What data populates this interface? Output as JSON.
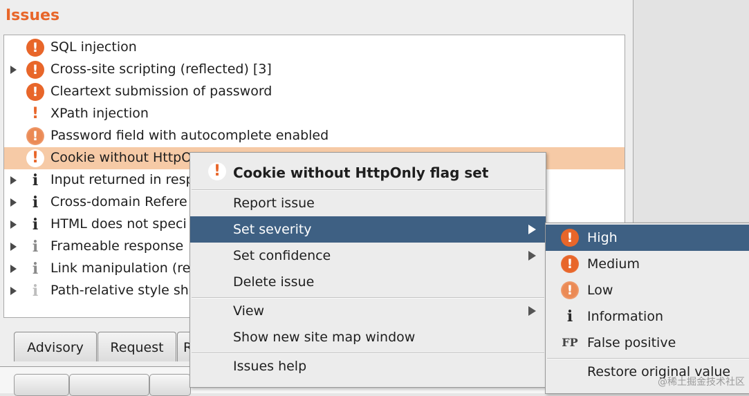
{
  "panel": {
    "title": "Issues"
  },
  "issues": [
    {
      "label": "SQL injection",
      "severity": "high",
      "expandable": false,
      "selected": false
    },
    {
      "label": "Cross-site scripting (reflected) [3]",
      "severity": "high",
      "expandable": true,
      "selected": false
    },
    {
      "label": "Cleartext submission of password",
      "severity": "high",
      "expandable": false,
      "selected": false
    },
    {
      "label": "XPath injection",
      "severity": "high-tentative",
      "expandable": false,
      "selected": false
    },
    {
      "label": "Password field with autocomplete enabled",
      "severity": "low",
      "expandable": false,
      "selected": false
    },
    {
      "label": "Cookie without HttpO",
      "severity": "low-tentative",
      "expandable": false,
      "selected": true
    },
    {
      "label": "Input returned in resp",
      "severity": "info",
      "expandable": true,
      "selected": false
    },
    {
      "label": "Cross-domain Refere",
      "severity": "info",
      "expandable": true,
      "selected": false
    },
    {
      "label": "HTML does not speci",
      "severity": "info",
      "expandable": true,
      "selected": false
    },
    {
      "label": "Frameable response",
      "severity": "info-firm",
      "expandable": true,
      "selected": false
    },
    {
      "label": "Link manipulation (ref",
      "severity": "info-firm",
      "expandable": true,
      "selected": false
    },
    {
      "label": "Path-relative style sh",
      "severity": "info-tentative",
      "expandable": true,
      "selected": false
    }
  ],
  "tabs": [
    {
      "label": "Advisory"
    },
    {
      "label": "Request"
    },
    {
      "label": "R"
    }
  ],
  "context_menu": {
    "header": "Cookie without HttpOnly flag set",
    "items": [
      {
        "label": "Report issue",
        "submenu": false,
        "active": false
      },
      {
        "label": "Set severity",
        "submenu": true,
        "active": true
      },
      {
        "label": "Set confidence",
        "submenu": true,
        "active": false
      },
      {
        "label": "Delete issue",
        "submenu": false,
        "active": false
      },
      {
        "label": "View",
        "submenu": true,
        "active": false
      },
      {
        "label": "Show new site map window",
        "submenu": false,
        "active": false
      },
      {
        "label": "Issues help",
        "submenu": false,
        "active": false
      }
    ]
  },
  "severity_submenu": {
    "items": [
      {
        "label": "High",
        "icon": "high-severity-icon",
        "active": true
      },
      {
        "label": "Medium",
        "icon": "medium-severity-icon",
        "active": false
      },
      {
        "label": "Low",
        "icon": "low-severity-icon",
        "active": false
      },
      {
        "label": "Information",
        "icon": "information-icon",
        "active": false
      },
      {
        "label": "False positive",
        "icon": "false-positive-icon",
        "active": false
      },
      {
        "label": "Restore original value",
        "icon": "",
        "active": false
      }
    ],
    "fp_glyph": "FP"
  },
  "watermark": "@稀土掘金技术社区",
  "colors": {
    "accent": "#e8662a",
    "selection": "#f6caa6",
    "menu_highlight": "#3e6083"
  }
}
